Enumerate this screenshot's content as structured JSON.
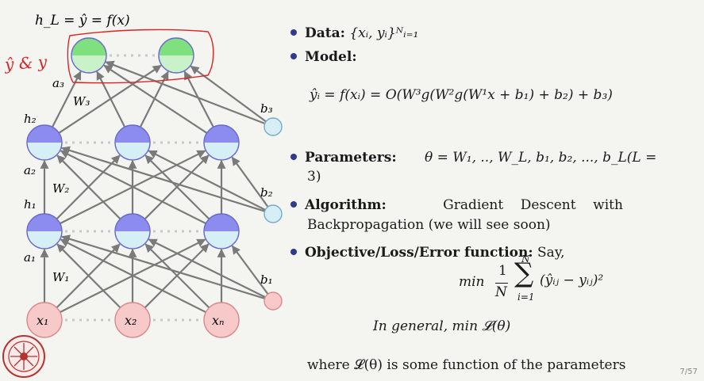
{
  "diagram": {
    "output_formula": "h_L = ŷ = f(x)",
    "handwritten_note": "ŷ & y",
    "layer_labels": {
      "a3": "a₃",
      "W3": "W₃",
      "h2": "h₂",
      "b3": "b₃",
      "a2": "a₂",
      "W2": "W₂",
      "h1": "h₁",
      "b2": "b₂",
      "a1": "a₁",
      "W1": "W₁",
      "b1": "b₁"
    },
    "inputs": [
      "x₁",
      "x₂",
      "xₙ"
    ]
  },
  "bullets": {
    "data_label": "Data:",
    "data_expr": "{xᵢ, yᵢ}ᴺᵢ₌₁",
    "model_label": "Model:",
    "model_expr": "ŷᵢ = f(xᵢ) = O(W³g(W²g(W¹x + b₁) + b₂) + b₃)",
    "params_label": "Parameters:",
    "params_expr_line1": "θ = W₁, .., W_L, b₁, b₂, ..., b_L(L =",
    "params_expr_line2": "3)",
    "algo_label": "Algorithm:",
    "algo_line1": "Gradient    Descent    with",
    "algo_line2": "Backpropagation (we will see soon)",
    "obj_label": "Objective/Loss/Error function:",
    "obj_say": "Say,",
    "obj_min": "min",
    "obj_frac_num": "1",
    "obj_frac_den": "N",
    "obj_sum_top": "N",
    "obj_sum_bot": "i=1",
    "obj_term": "(ŷᵢⱼ − yᵢⱼ)²",
    "general_line": "In general, min 𝓛(θ)",
    "where_line": "where 𝓛(θ) is some function of the parameters"
  },
  "footer": {
    "page": "7/57"
  },
  "colors": {
    "output_node": "#7fe07f",
    "hidden_top": "#8c8cf0",
    "hidden_bottom": "#d6eef5",
    "input_node": "#f7c9c9",
    "bias_node": "#d6eef5",
    "bias_input": "#f7c9c9",
    "edge": "#7a7a7a",
    "handwriting": "#d22"
  }
}
